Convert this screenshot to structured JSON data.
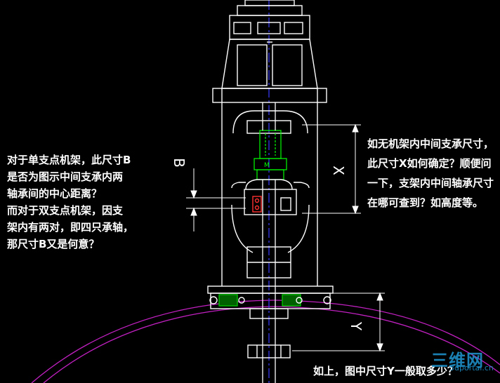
{
  "notes": {
    "left": "对于单支点机架，此尺寸B\n是否为图示中间支承内两\n轴承间的中心距离？\n而对于双支点机架，因支\n架内有两对，即四只承轴，\n那尺寸B又是何意？",
    "right": "如无机架内中间支承尺寸，\n此尺寸X如何确定？顺便问\n一下，支架内中间轴承尺寸\n在哪可查到？如高度等。",
    "bottom": "如上，图中尺寸Y一般取多少？"
  },
  "dimensions": {
    "b": "B",
    "x": "X",
    "y": "Y"
  },
  "marks": {
    "m": "M"
  },
  "watermark": {
    "text": "三维网",
    "url": "3dportal.cn"
  },
  "colors": {
    "background": "#000000",
    "lines": "#ffffff",
    "axis": "#3a3aff",
    "tank": "#c020c0",
    "hatch": "#00c000",
    "bearing": "#ff3030"
  }
}
